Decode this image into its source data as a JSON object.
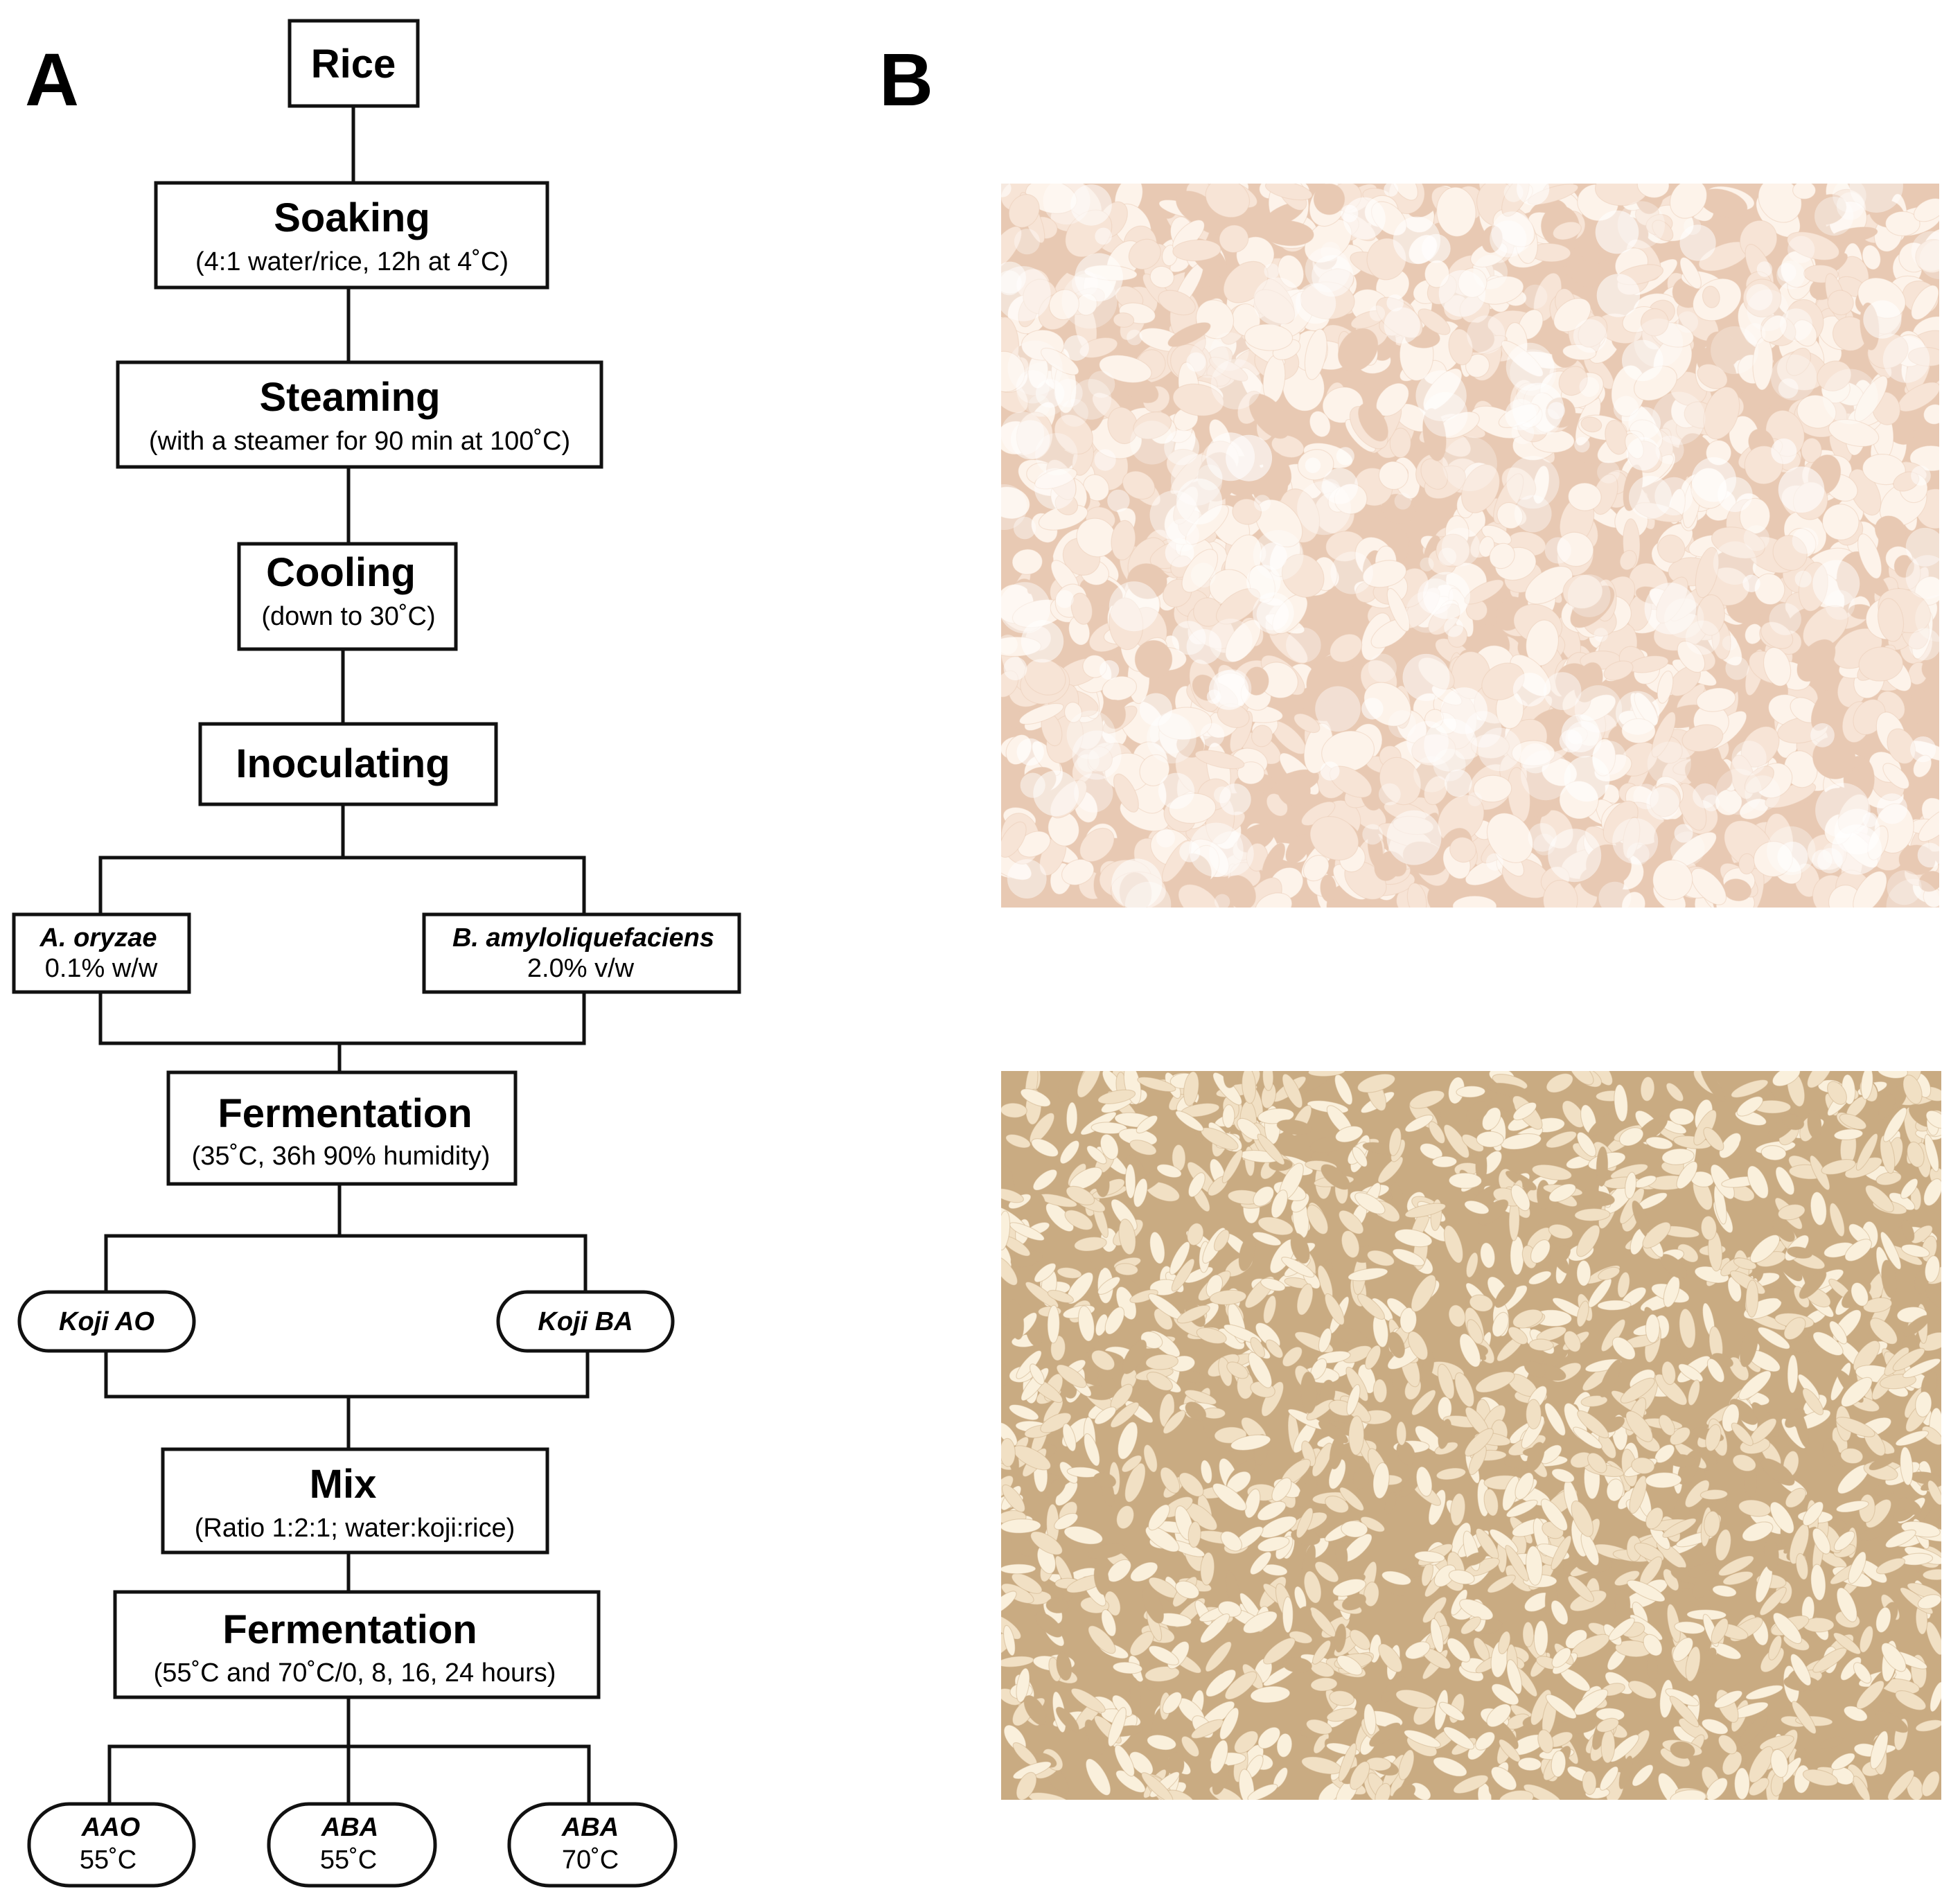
{
  "panels": {
    "a_label": "A",
    "b_label": "B"
  },
  "steps": {
    "rice": {
      "title": "Rice"
    },
    "soaking": {
      "title": "Soaking",
      "sub": "(4:1 water/rice, 12h at 4˚C)"
    },
    "steaming": {
      "title": "Steaming",
      "sub": "(with a steamer for 90 min at 100˚C)"
    },
    "cooling": {
      "title": "Cooling",
      "sub": "(down to 30˚C)"
    },
    "inoculating": {
      "title": "Inoculating"
    },
    "fermentation1": {
      "title": "Fermentation",
      "sub": "(35˚C, 36h 90% humidity)"
    },
    "mix": {
      "title": "Mix",
      "sub": "(Ratio 1:2:1; water:koji:rice)"
    },
    "fermentation2": {
      "title": "Fermentation",
      "sub": "(55˚C and 70˚C/0, 8, 16, 24 hours)"
    }
  },
  "inoculants": {
    "ao": {
      "name": "A. oryzae",
      "dose": "0.1% w/w"
    },
    "ba": {
      "name": "B. amyloliquefaciens",
      "dose": "2.0% v/w"
    }
  },
  "koji": {
    "ao": "Koji AO",
    "ba": "Koji BA"
  },
  "outputs": [
    {
      "name": "AAO",
      "temp": "55˚C"
    },
    {
      "name": "ABA",
      "temp": "55˚C"
    },
    {
      "name": "ABA",
      "temp": "70˚C"
    }
  ],
  "photos": [
    {
      "name": "koji-rice-photo-top",
      "texture": "fluffy white mold-covered rice clumps",
      "colors": [
        "#f7e4d6",
        "#fdf3ea",
        "#e8c9b3"
      ]
    },
    {
      "name": "koji-rice-photo-bottom",
      "texture": "loose cream-colored rice grains",
      "colors": [
        "#f1e0c4",
        "#faf0dc",
        "#c9ab82"
      ]
    }
  ]
}
